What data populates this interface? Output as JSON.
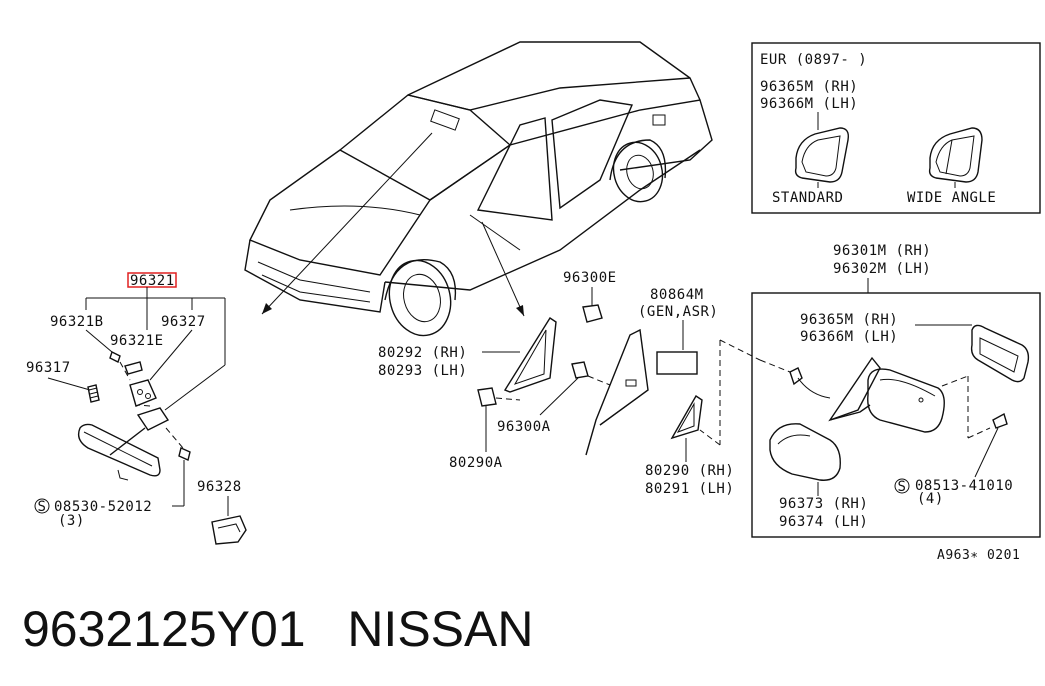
{
  "labels": {
    "main_part": "96321",
    "p96321B": "96321B",
    "p96321E": "96321E",
    "p96327": "96327",
    "p96317": "96317",
    "p96328": "96328",
    "bolt_inner": "08530-52012",
    "bolt_inner_qty": "(3)",
    "p96300E": "96300E",
    "p80864M": "80864M",
    "p80864M_note": "(GEN,ASR)",
    "p80292": "80292 (RH)",
    "p80293": "80293 (LH)",
    "p96300A": "96300A",
    "p80290A": "80290A",
    "p80290": "80290 (RH)",
    "p80291": "80291 (LH)",
    "p96301M": "96301M (RH)",
    "p96302M": "96302M (LH)",
    "p96365M_b": "96365M (RH)",
    "p96366M_b": "96366M (LH)",
    "bolt_outer": "08513-41010",
    "bolt_outer_qty": "(4)",
    "p96373": "96373 (RH)",
    "p96374": "96374 (LH)",
    "inset_eur": "EUR (0897-       )",
    "inset_rh": "96365M (RH)",
    "inset_lh": "96366M (LH)",
    "standard": "STANDARD",
    "wide_angle": "WIDE ANGLE",
    "figure_code": "A963∗ 0201",
    "screw_symbol": "S"
  },
  "caption": {
    "part_number": "9632125Y01",
    "brand": "NISSAN"
  },
  "colors": {
    "highlight": "#e02020",
    "ink": "#111111"
  }
}
